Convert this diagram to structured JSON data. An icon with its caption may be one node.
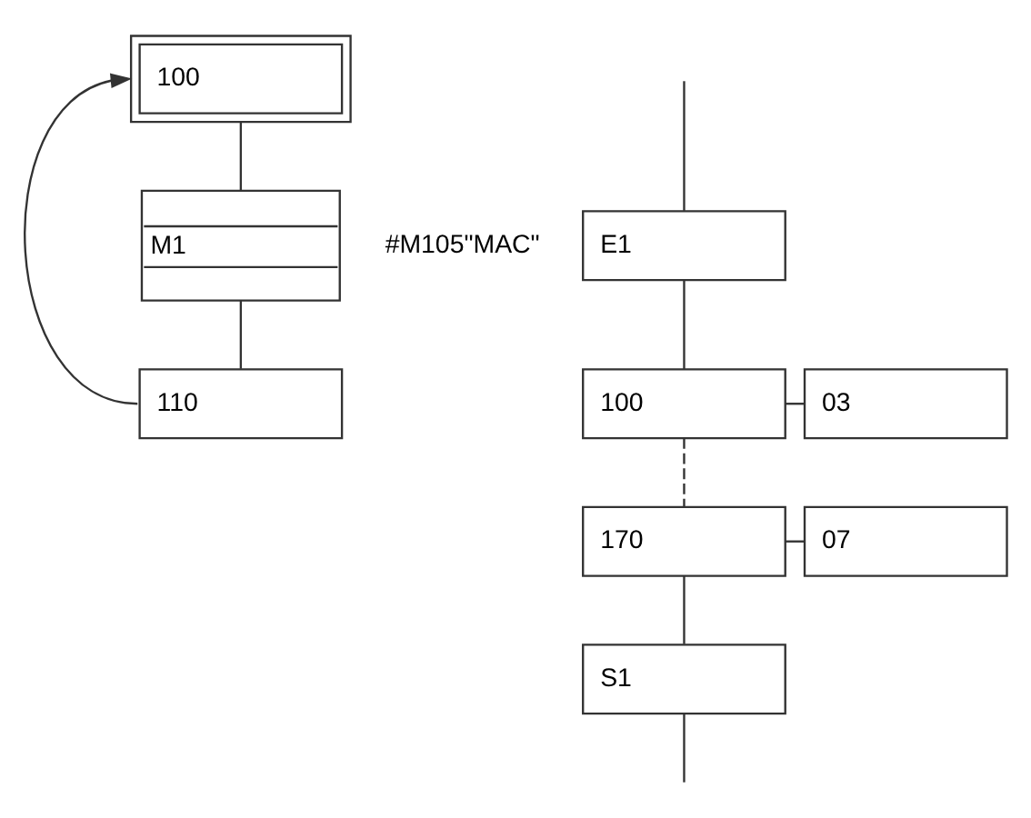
{
  "diagram": {
    "nodes": [
      {
        "text": [
          "100"
        ]
      },
      {
        "text": [
          "M1"
        ],
        "beside": [
          "#M105\"MAC\""
        ]
      },
      {
        "text": [
          "110"
        ]
      },
      {
        "text": [
          "E1"
        ]
      },
      {
        "text": [
          "100"
        ]
      },
      {
        "text": [
          "03"
        ]
      },
      {
        "text": [
          "170"
        ]
      },
      {
        "text": [
          "07"
        ]
      },
      {
        "text": [
          "S1"
        ]
      }
    ],
    "edges": [
      {
        "from": 0,
        "to": 1,
        "arrow": "none"
      },
      {
        "from": 1,
        "to": 2,
        "arrow": "none"
      },
      {
        "from": 2,
        "to": 0,
        "arrow": "to"
      },
      {
        "from": null,
        "to": 3,
        "arrow": "none"
      },
      {
        "from": 3,
        "to": 4,
        "arrow": "none"
      },
      {
        "from": 4,
        "to": 5,
        "arrow": "none"
      },
      {
        "from": 4,
        "to": 6,
        "arrow": "none",
        "style": "dashed"
      },
      {
        "from": 6,
        "to": 7,
        "arrow": "none"
      },
      {
        "from": 6,
        "to": 8,
        "arrow": "none"
      },
      {
        "from": 8,
        "to": null,
        "arrow": "none"
      }
    ]
  }
}
